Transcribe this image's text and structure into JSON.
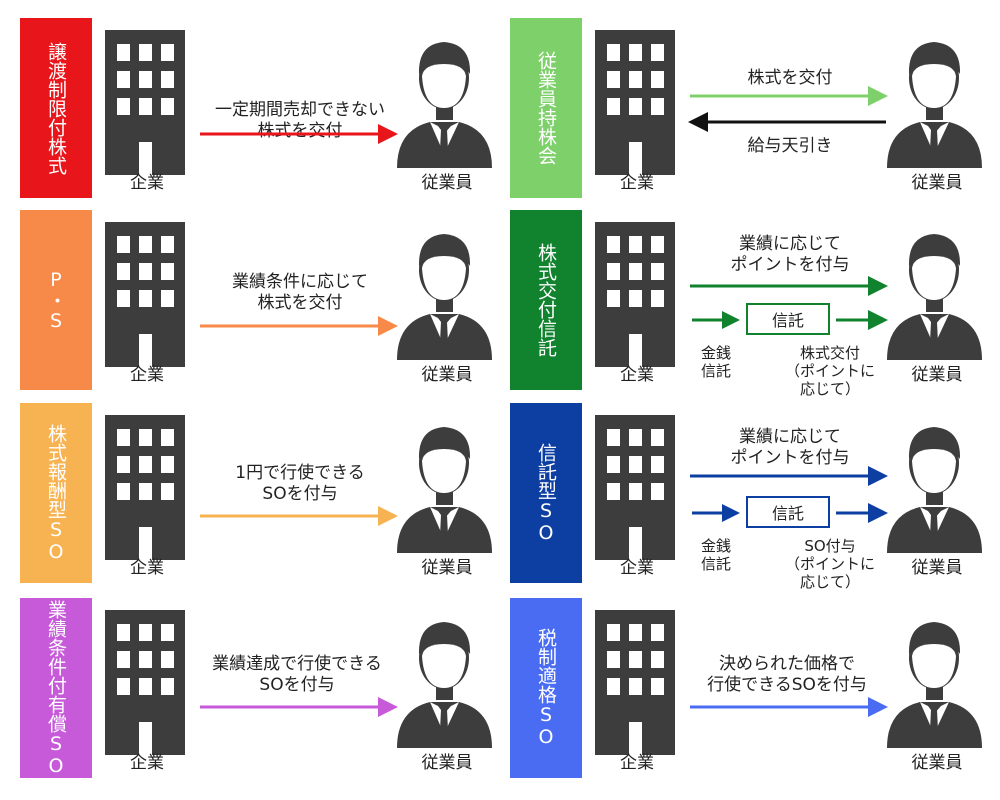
{
  "colors": {
    "red": "#e8161b",
    "orange": "#f88a49",
    "yellow": "#f7b352",
    "purple": "#c65ad9",
    "green_light": "#7ed06a",
    "green_dark": "#11822d",
    "navy": "#0d3fa3",
    "blue": "#4a6cf2",
    "icon": "#3d3d3d",
    "arrow_black": "#111111"
  },
  "common": {
    "company": "企業",
    "employee": "従業員"
  },
  "panels": {
    "p1": {
      "tag": "譲渡制限付株式",
      "desc1": "一定期間売却できない",
      "desc2": "株式を交付"
    },
    "p2": {
      "tag": "従業員持株会",
      "top": "株式を交付",
      "bottom": "給与天引き"
    },
    "p3": {
      "tag": "P・S",
      "desc1": "業績条件に応じて",
      "desc2": "株式を交付"
    },
    "p4": {
      "tag": "株式交付信託",
      "desc1": "業績に応じて",
      "desc2": "ポイントを付与",
      "box": "信託",
      "money1": "金銭",
      "money2": "信託",
      "note1": "株式交付",
      "note2": "（ポイントに",
      "note3": "応じて）"
    },
    "p5": {
      "tag": "株式報酬型SO",
      "desc1": "1円で行使できる",
      "desc2": "SOを付与"
    },
    "p6": {
      "tag": "信託型SO",
      "desc1": "業績に応じて",
      "desc2": "ポイントを付与",
      "box": "信託",
      "money1": "金銭",
      "money2": "信託",
      "note1": "SO付与",
      "note2": "（ポイントに",
      "note3": "応じて）"
    },
    "p7": {
      "tag": "業績条件付有償SO",
      "desc1": "業績達成で行使できる",
      "desc2": "SOを付与"
    },
    "p8": {
      "tag": "税制適格SO",
      "desc1": "決められた価格で",
      "desc2": "行使できるSOを付与"
    }
  }
}
